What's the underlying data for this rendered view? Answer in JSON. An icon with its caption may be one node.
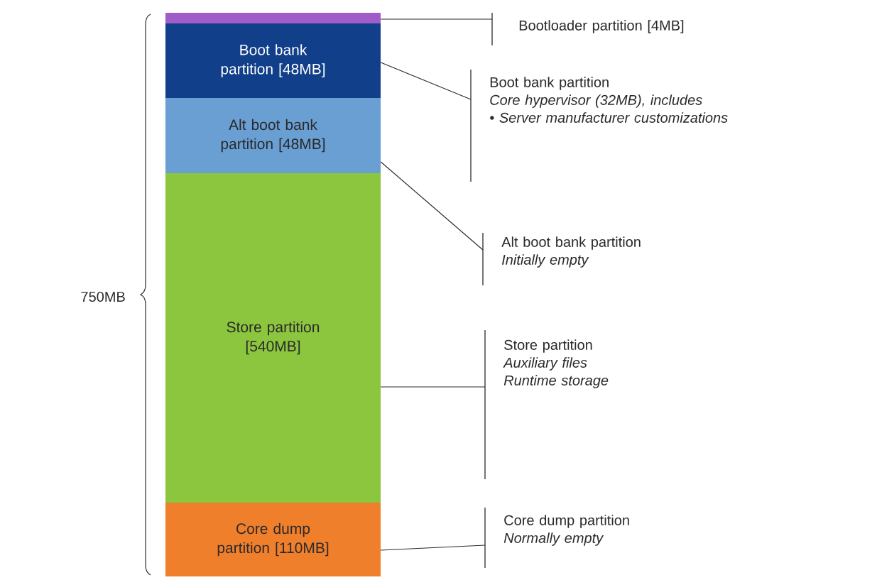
{
  "diagram": {
    "nodes": [
      {
        "text": [],
        "shape": "bar"
      },
      {
        "text": [
          "Boot bank partition [48MB]"
        ]
      },
      {
        "text": [
          "Alt boot bank partition [48MB]"
        ]
      },
      {
        "text": [
          "Store partition [540MB]"
        ]
      },
      {
        "text": [
          "Core dump partition [110MB]"
        ]
      },
      {
        "text": [
          "Bootloader partition [4MB]"
        ]
      },
      {
        "text": [
          "Boot bank partition",
          "Core hypervisor (32MB), includes",
          "• Server manufacturer customizations"
        ]
      },
      {
        "text": [
          "Alt boot bank partition",
          "Initially empty"
        ]
      },
      {
        "text": [
          "Store partition",
          "Auxiliary files",
          "Runtime storage"
        ]
      },
      {
        "text": [
          "Core dump partition",
          "Normally empty"
        ]
      }
    ],
    "edges": [
      {
        "from": 5,
        "to": 0,
        "arrow": "none"
      },
      {
        "from": 6,
        "to": 1,
        "arrow": "none"
      },
      {
        "from": 7,
        "to": 2,
        "arrow": "none"
      },
      {
        "from": 8,
        "to": 3,
        "arrow": "none"
      },
      {
        "from": 9,
        "to": 4,
        "arrow": "none"
      }
    ],
    "labels": [
      "750MB"
    ]
  }
}
